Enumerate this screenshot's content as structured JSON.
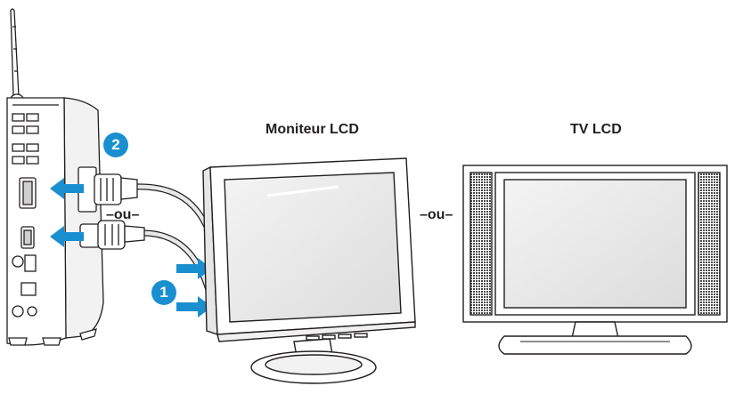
{
  "labels": {
    "monitor_title": "Moniteur LCD",
    "tv_title": "TV LCD",
    "separator_left": "–ou–",
    "separator_right": "–ou–"
  },
  "badges": {
    "step_cable": "2",
    "step_port": "1"
  },
  "colors": {
    "accent_blue": "#1a8fd0",
    "line": "#231f20",
    "device_fill": "#ffffff",
    "screen_gray": "#ededed",
    "speaker_gray": "#4a4a4a"
  },
  "icons": {
    "antenna": "antenna-icon",
    "mini_pc": "mini-pc-icon",
    "vga": "vga-connector-icon",
    "hdmi": "hdmi-connector-icon",
    "monitor": "lcd-monitor-icon",
    "tv": "lcd-tv-icon"
  }
}
